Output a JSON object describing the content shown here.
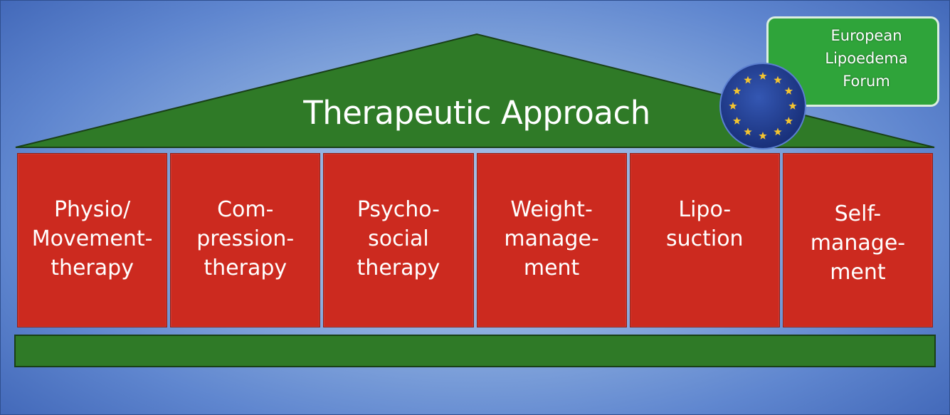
{
  "roof": {
    "title": "Therapeutic Approach"
  },
  "pillars": [
    {
      "label": "Physio/\nMovement-\ntherapy"
    },
    {
      "label": "Com-\npression-\ntherapy"
    },
    {
      "label": "Psycho-\nsocial\ntherapy"
    },
    {
      "label": "Weight-\nmanage-\nment"
    },
    {
      "label": "Lipo-\nsuction"
    },
    {
      "label": "Self-\nmanage-\nment"
    }
  ],
  "badge": {
    "text": "European\nLipoedema\nForum",
    "emblem_icon": "eu-stars-icon"
  },
  "colors": {
    "roof": "#2f7a27",
    "pillar": "#cc2a1f",
    "badge": "#2fa43a",
    "flag": "#1f3b8f",
    "star": "#f4c430",
    "background": "#8fb0e0"
  }
}
